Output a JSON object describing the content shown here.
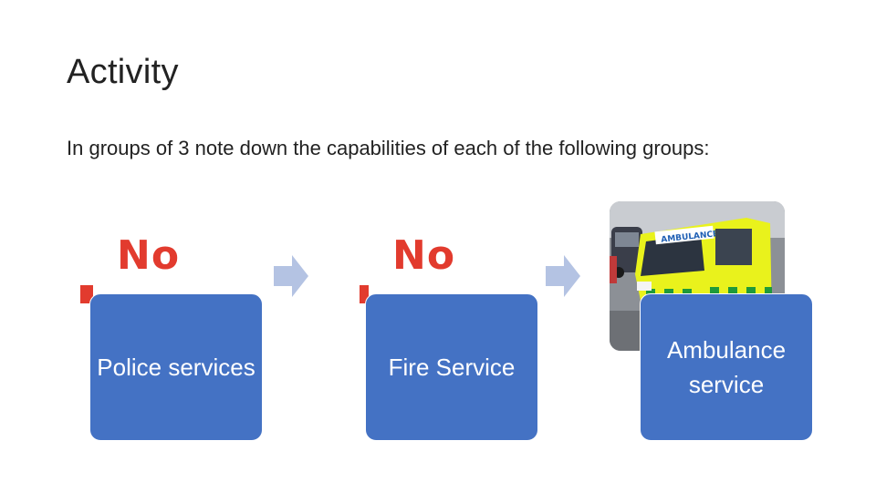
{
  "slide": {
    "title": "Activity",
    "instructions": "In groups of 3 note down the capabilities of each of the following groups:"
  },
  "placeholders": {
    "left_text": "No",
    "middle_text": "No"
  },
  "nodes": [
    {
      "label": "Police services"
    },
    {
      "label": "Fire Service"
    },
    {
      "label": "Ambulance service"
    }
  ],
  "photo": {
    "icon": "ambulance-photo",
    "sign_text": "AMBULANCE"
  },
  "colors": {
    "node_fill": "#4472c4",
    "arrow_fill": "#b4c3e3",
    "broken_text": "#e23b2e",
    "ambulance_yellow": "#e9f21c",
    "ambulance_green": "#1f9a3a"
  }
}
